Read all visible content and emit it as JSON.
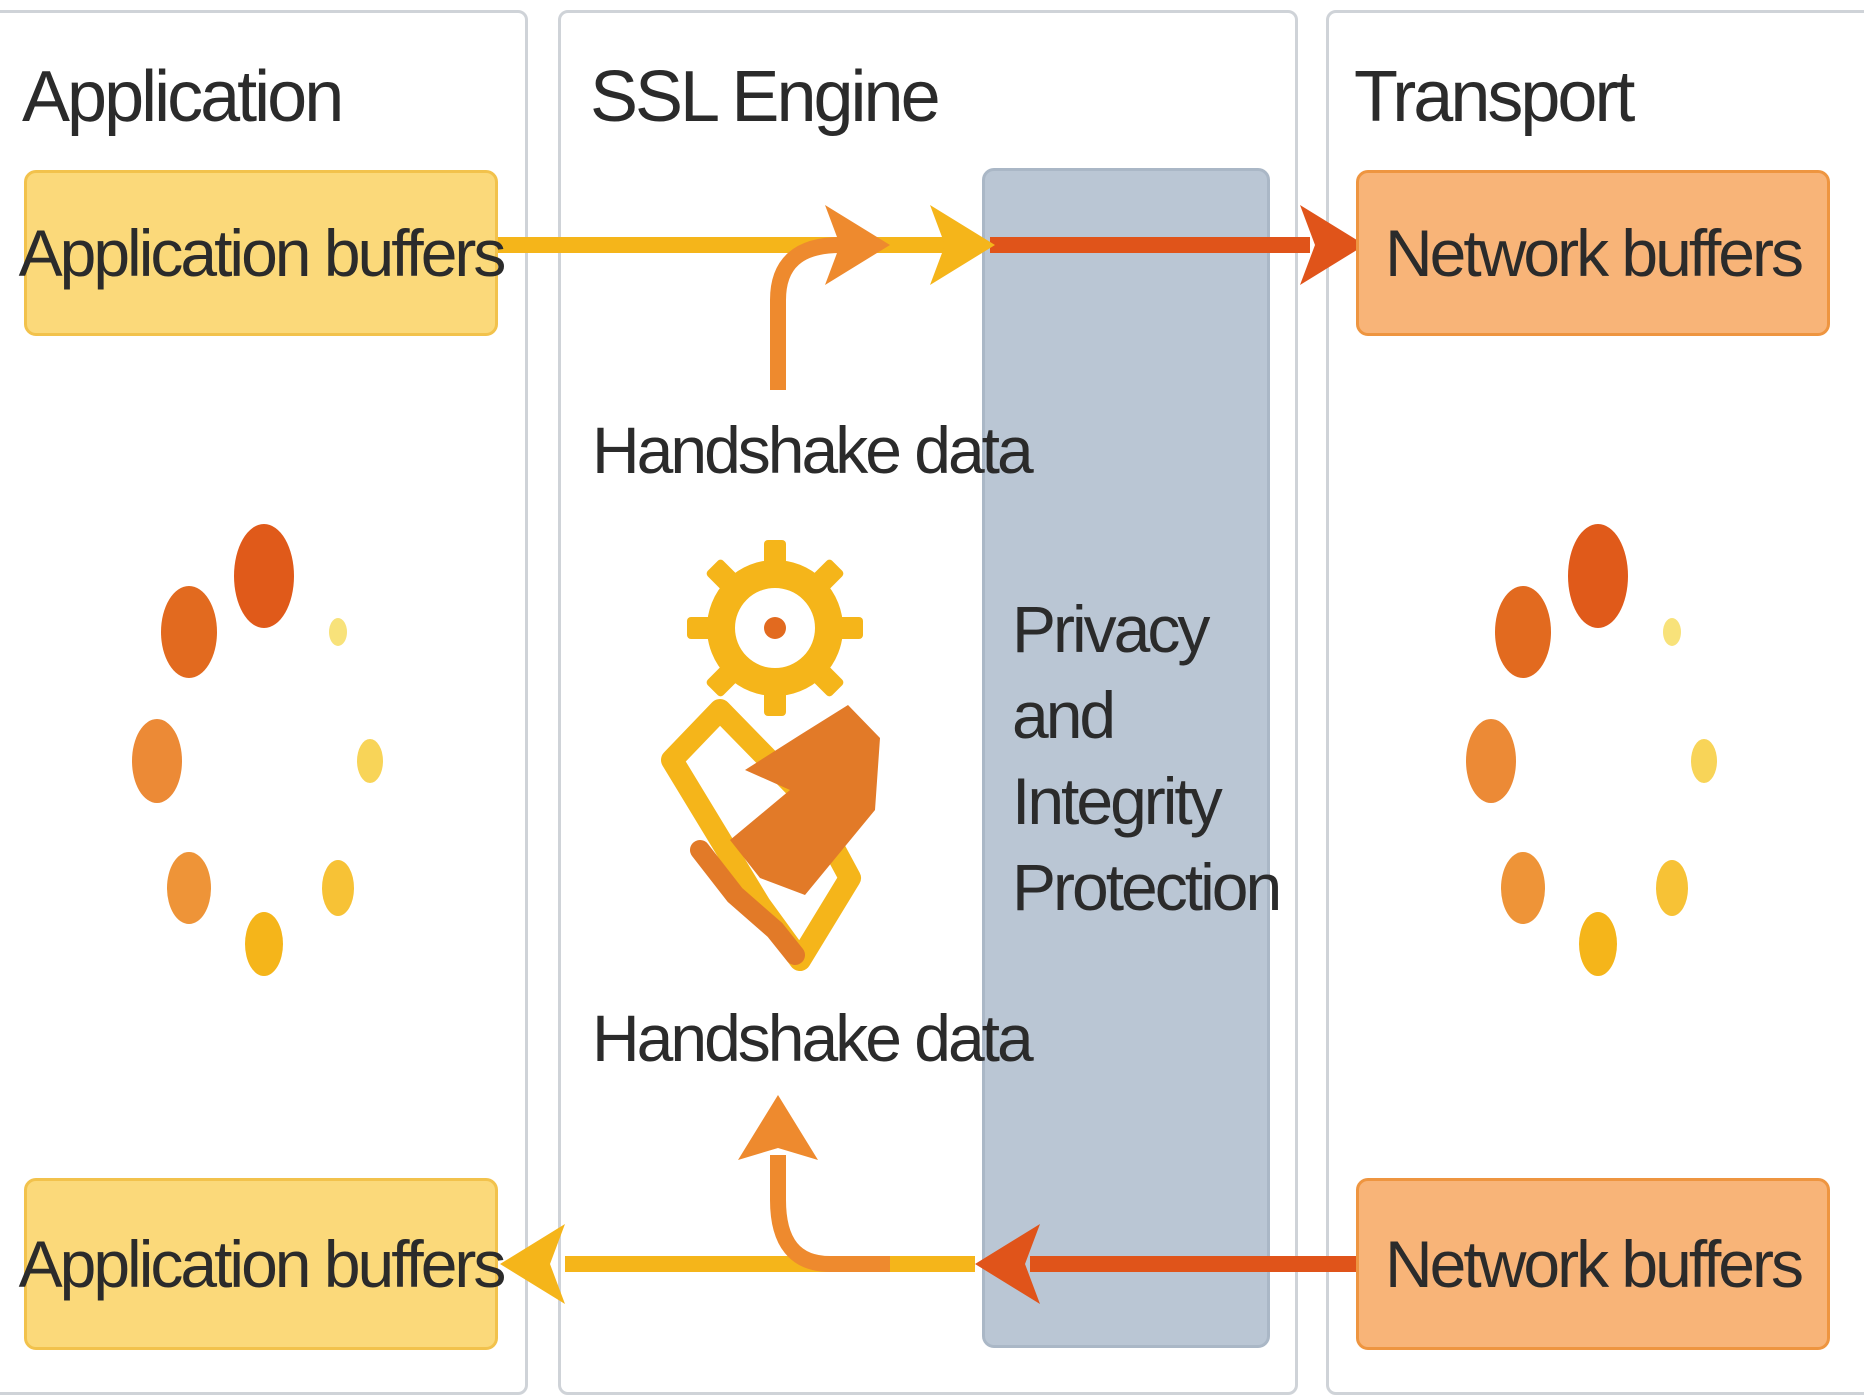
{
  "panels": {
    "application": {
      "title": "Application"
    },
    "ssl_engine": {
      "title": "SSL Engine"
    },
    "transport": {
      "title": "Transport"
    }
  },
  "buffers": {
    "app_top": "Application buffers",
    "app_bottom": "Application buffers",
    "net_top": "Network buffers",
    "net_bottom": "Network buffers"
  },
  "engine": {
    "handshake_top": "Handshake data",
    "handshake_bottom": "Handshake data",
    "protection_lines": [
      "Privacy",
      "and",
      "Integrity",
      "Protection"
    ]
  },
  "icons": [
    "spinner-icon",
    "gear-handshake-icon",
    "spinner-icon"
  ],
  "colors": {
    "app_buffer_fill": "#fbd97a",
    "net_buffer_fill": "#f8b478",
    "protection_fill": "#bac6d4",
    "arrow_yellow": "#f5b51a",
    "arrow_orange": "#ee8a2e",
    "arrow_red": "#e0541a"
  }
}
